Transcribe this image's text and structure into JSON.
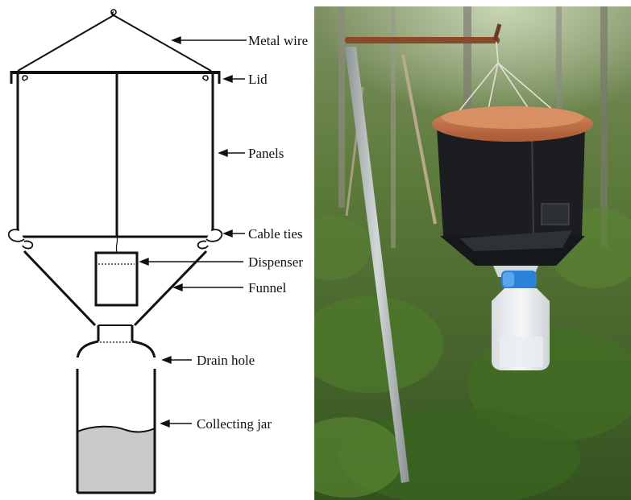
{
  "labels": {
    "metal_wire": "Metal wire",
    "lid": "Lid",
    "panels": "Panels",
    "cable_ties": "Cable ties",
    "dispenser": "Dispenser",
    "funnel": "Funnel",
    "drain_hole": "Drain hole",
    "collecting_jar": "Collecting jar"
  },
  "colors": {
    "line": "#111111",
    "liquid": "#c8c9cb",
    "lid_terracotta": "#c9764d",
    "trap_black": "#1a1c1e",
    "cap_blue": "#2a82d9",
    "jar_white": "#eef0f1",
    "pole_metal": "#b9bdbf",
    "foliage": "#3f6b2a"
  }
}
